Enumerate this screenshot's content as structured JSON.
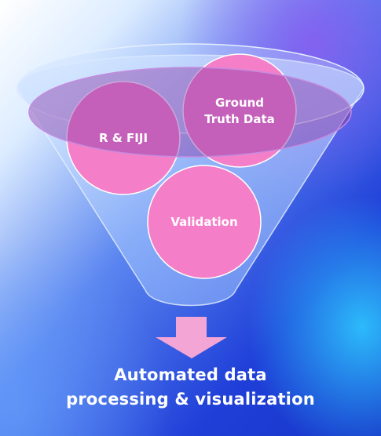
{
  "funnel": {
    "circles": [
      {
        "id": "r-fiji",
        "lines": [
          "R & FIJI"
        ]
      },
      {
        "id": "ground-truth",
        "lines": [
          "Ground",
          "Truth Data"
        ]
      },
      {
        "id": "validation",
        "lines": [
          "Validation"
        ]
      }
    ]
  },
  "output": {
    "line1": "Automated data",
    "line2": "processing & visualization"
  },
  "colors": {
    "background_dark": "#1a2bd0",
    "background_light": "#cfe6ff",
    "funnel_glass": "#b9d6ff",
    "circle_light": "#f47fc8",
    "circle_dark": "#e82a9e",
    "arrow": "#f3a6d6",
    "text": "#ffffff"
  }
}
